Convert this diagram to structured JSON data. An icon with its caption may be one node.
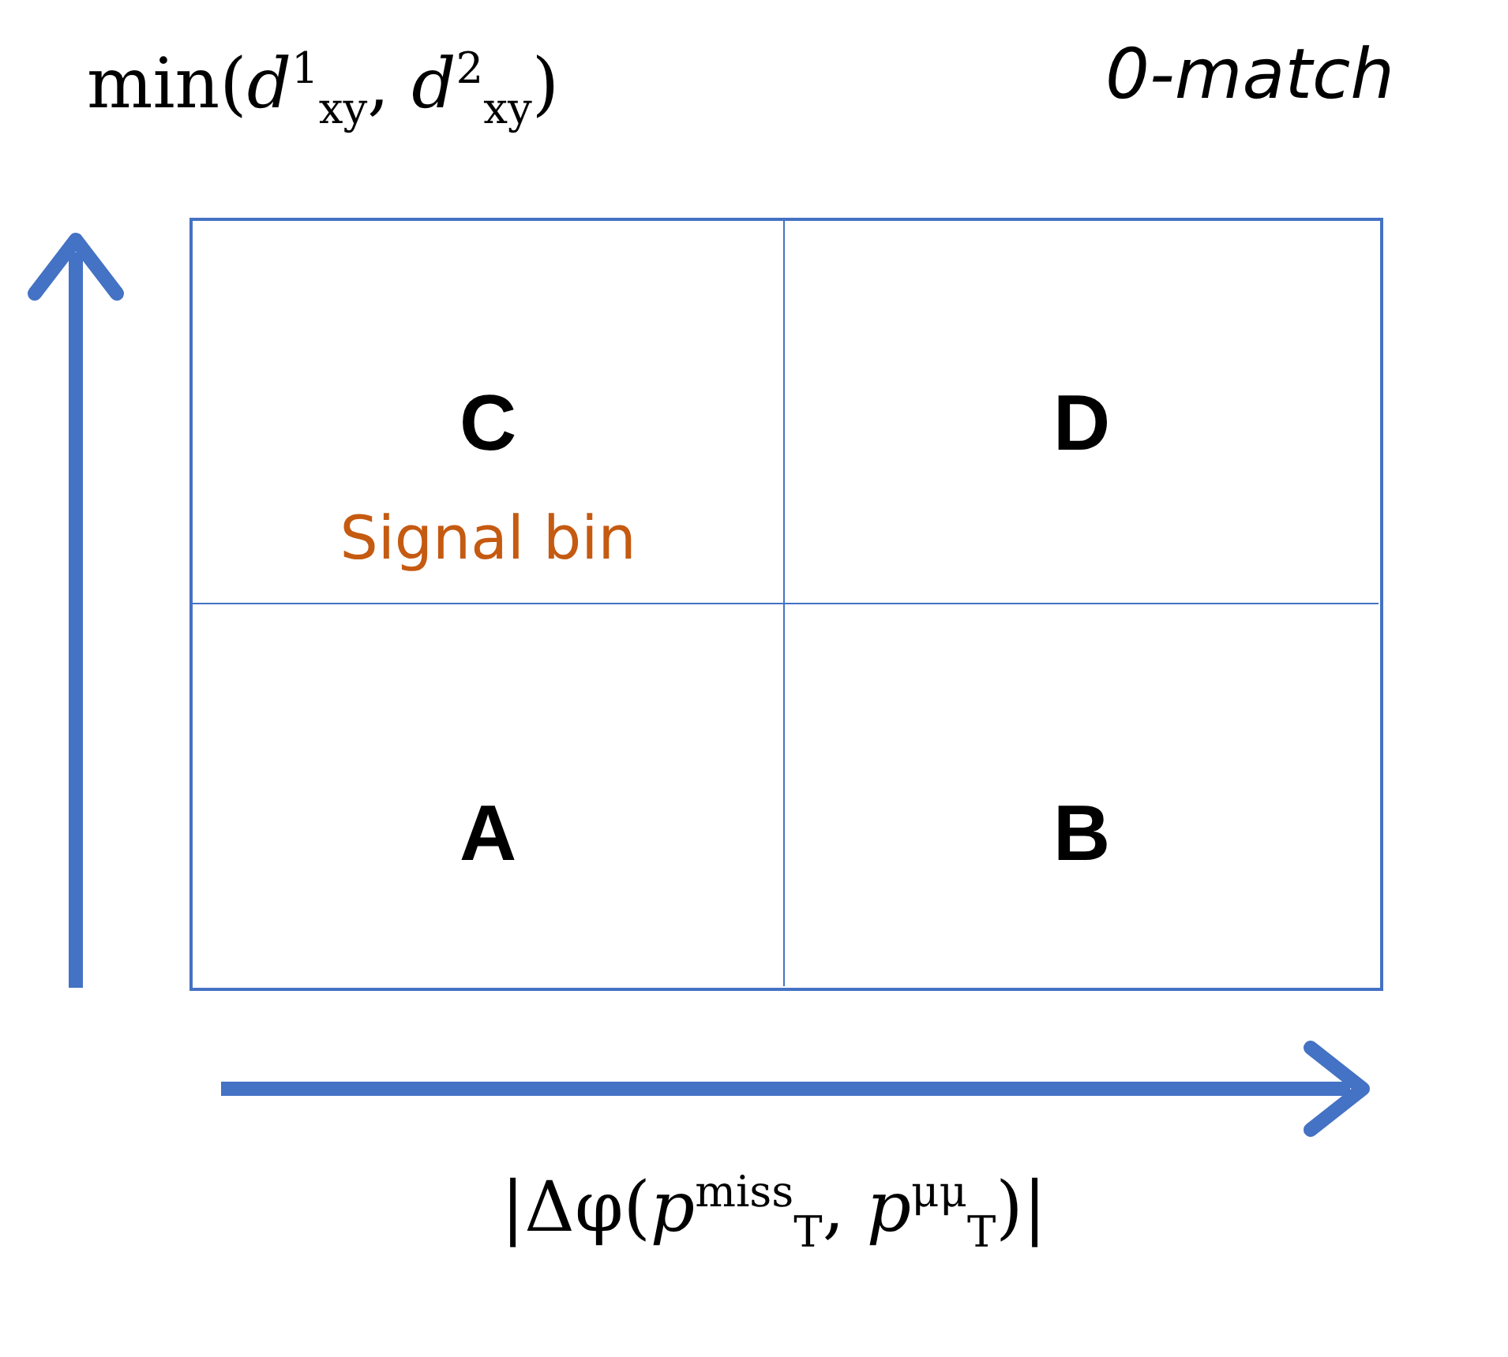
{
  "diagram": {
    "nodes": [
      {
        "text": [],
        "shape": "box"
      },
      {
        "text": [
          "C",
          "Signal bin"
        ],
        "in": 0
      },
      {
        "text": [
          "D"
        ],
        "in": 0
      },
      {
        "text": [
          "A"
        ],
        "in": 0
      },
      {
        "text": [
          "B"
        ],
        "in": 0
      }
    ],
    "labels": [
      "min(*d*$^{1}$$_{xy}$, *d*$^{2}$$_{xy}$)",
      "0-match",
      "|Δφ(*p*$^{miss}$$_{T}$, *p*$^{μμ}$$_{T}$)|"
    ]
  }
}
